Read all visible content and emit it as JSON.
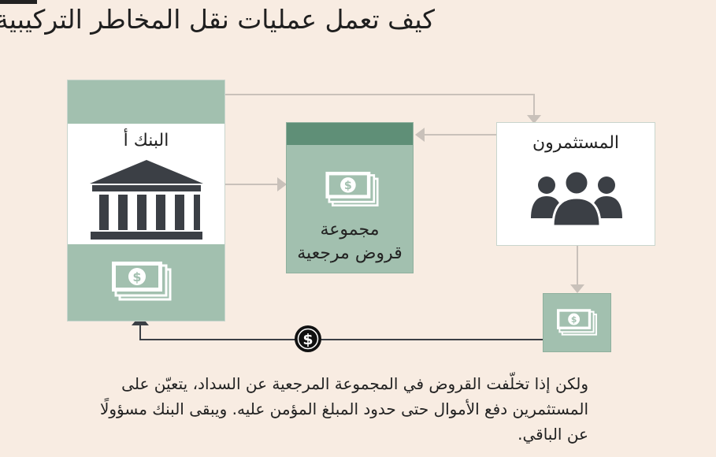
{
  "title": "كيف تعمل عمليات نقل المخاطر التركيبية",
  "nodes": {
    "bank": "البنك أ",
    "pool_line1": "مجموعة",
    "pool_line2": "قروض مرجعية",
    "investors": "المستثمرون"
  },
  "payment_symbol": "$",
  "body_lines": [
    "ولكن إذا تخلّفت القروض في المجموعة المرجعية عن السداد، يتعيّن على",
    "المستثمرين دفع الأموال حتى حدود المبلغ المؤمن عليه. ويبقى البنك مسؤولًا",
    "عن الباقي."
  ],
  "colors": {
    "background": "#f8ece2",
    "panel_green": "#a2c0af",
    "dark_green": "#5f8f77",
    "icon_dark": "#3b3f45",
    "arrow_gray": "#c9c1ba",
    "arrow_dark": "#3b3f45"
  },
  "icons": [
    "bank-building-icon",
    "cash-stack-icon",
    "people-group-icon",
    "dollar-coin-icon"
  ]
}
